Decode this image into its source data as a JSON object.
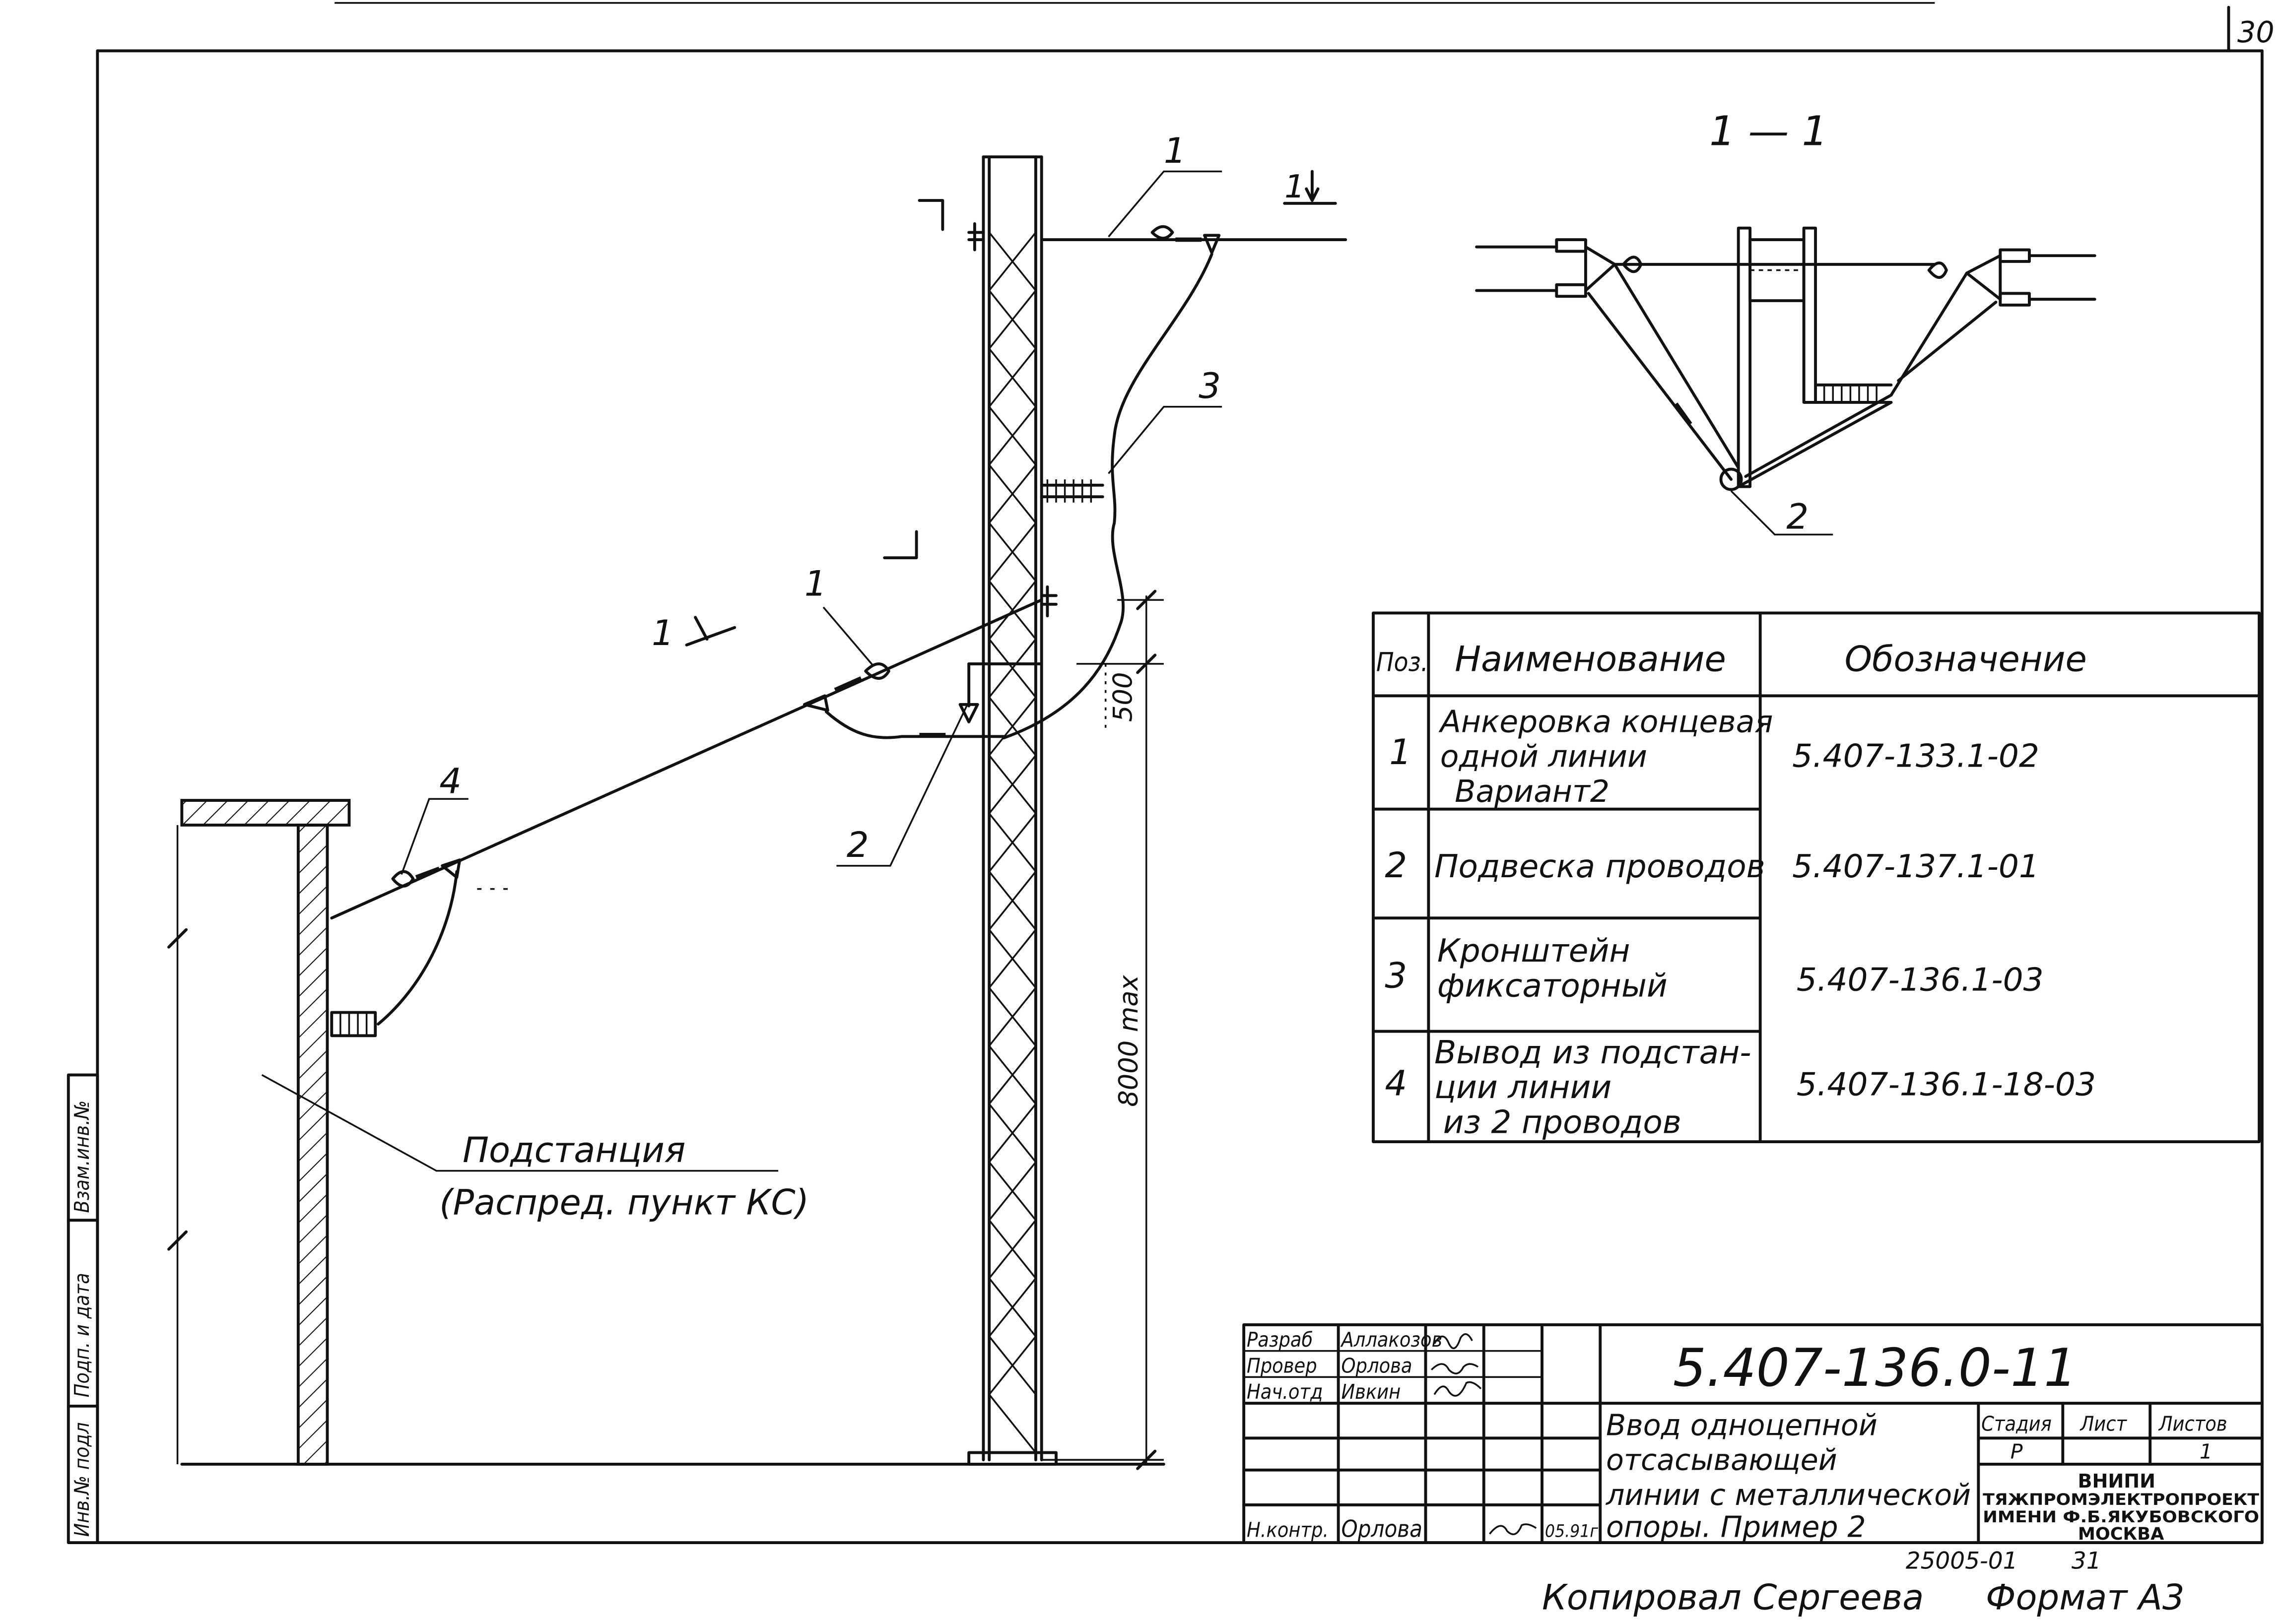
{
  "sheet": {
    "page_number": "30"
  },
  "elevation": {
    "callout_1_top": "1",
    "callout_1_mid": "1",
    "callout_2": "2",
    "callout_3": "3",
    "callout_4": "4",
    "section_mark_left": "1",
    "section_mark_right": "1",
    "dim_500": "500",
    "dim_8000": "8000 max",
    "substation_line1": "Подстанция",
    "substation_line2": "(Распред. пункт КС)"
  },
  "section": {
    "title": "1 — 1",
    "callout_2": "2"
  },
  "spec_table": {
    "headers": {
      "pos": "Поз.",
      "name": "Наименование",
      "designation": "Обозначение"
    },
    "rows": [
      {
        "pos": "1",
        "name": [
          "Анкеровка концевая",
          "одной линии",
          "Вариант2"
        ],
        "designation": "5.407-133.1-02"
      },
      {
        "pos": "2",
        "name": [
          "Подвеска проводов"
        ],
        "designation": "5.407-137.1-01"
      },
      {
        "pos": "3",
        "name": [
          "Кронштейн",
          "фиксаторный"
        ],
        "designation": "5.407-136.1-03"
      },
      {
        "pos": "4",
        "name": [
          "Вывод из подстан-",
          "ции линии",
          "из 2 проводов"
        ],
        "designation": "5.407-136.1-18-03"
      }
    ]
  },
  "title_block": {
    "rows": [
      {
        "role": "Разраб",
        "name": "Аллакозов"
      },
      {
        "role": "Провер",
        "name": "Орлова"
      },
      {
        "role": "Нач.отд",
        "name": "Ивкин"
      },
      {
        "role": "Н.контр.",
        "name": "Орлова"
      }
    ],
    "date": "05.91г.",
    "doc_code": "5.407-136.0-11",
    "title_lines": [
      "Ввод одноцепной",
      "отсасывающей",
      "линии с металлической",
      "опоры. Пример 2"
    ],
    "stage_label": "Стадия",
    "sheet_label": "Лист",
    "sheets_label": "Листов",
    "stage_value": "Р",
    "sheets_value": "1",
    "org_line1": "ВНИПИ",
    "org_line2": "ТЯЖПРОМЭЛЕКТРОПРОЕКТ",
    "org_line3": "ИМЕНИ Ф.Б.ЯКУБОВСКОГО",
    "org_line4": "МОСКВА"
  },
  "side_stamp": {
    "labels": [
      "Взам.инв.№",
      "Подп. и дата",
      "Инв.№ подл"
    ]
  },
  "footer": {
    "archive_number": "25005-01",
    "archive_sheet": "31",
    "copied_by": "Копировал Сергеева",
    "format": "Формат А3"
  }
}
